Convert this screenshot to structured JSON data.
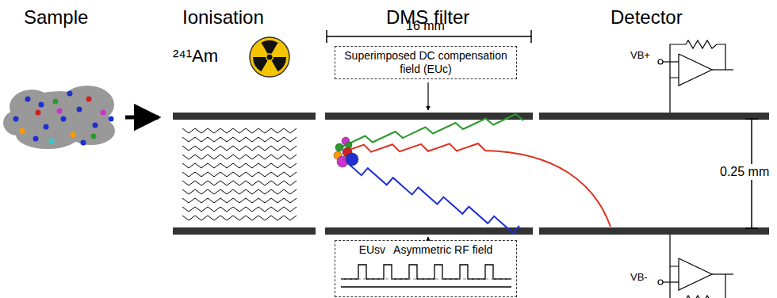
{
  "diagram": {
    "nodes": [
      {
        "text": [
          "Superimposed DC compensation field (EUc)"
        ]
      },
      {
        "text": [
          "EUsv",
          "Asymmetric RF field"
        ]
      }
    ],
    "labels": [
      "Sample",
      "Ionisation",
      "DMS filter",
      "Detector",
      "²⁴¹Am",
      "16 mm",
      "0.25 mm",
      "VB+",
      "VB-"
    ]
  }
}
